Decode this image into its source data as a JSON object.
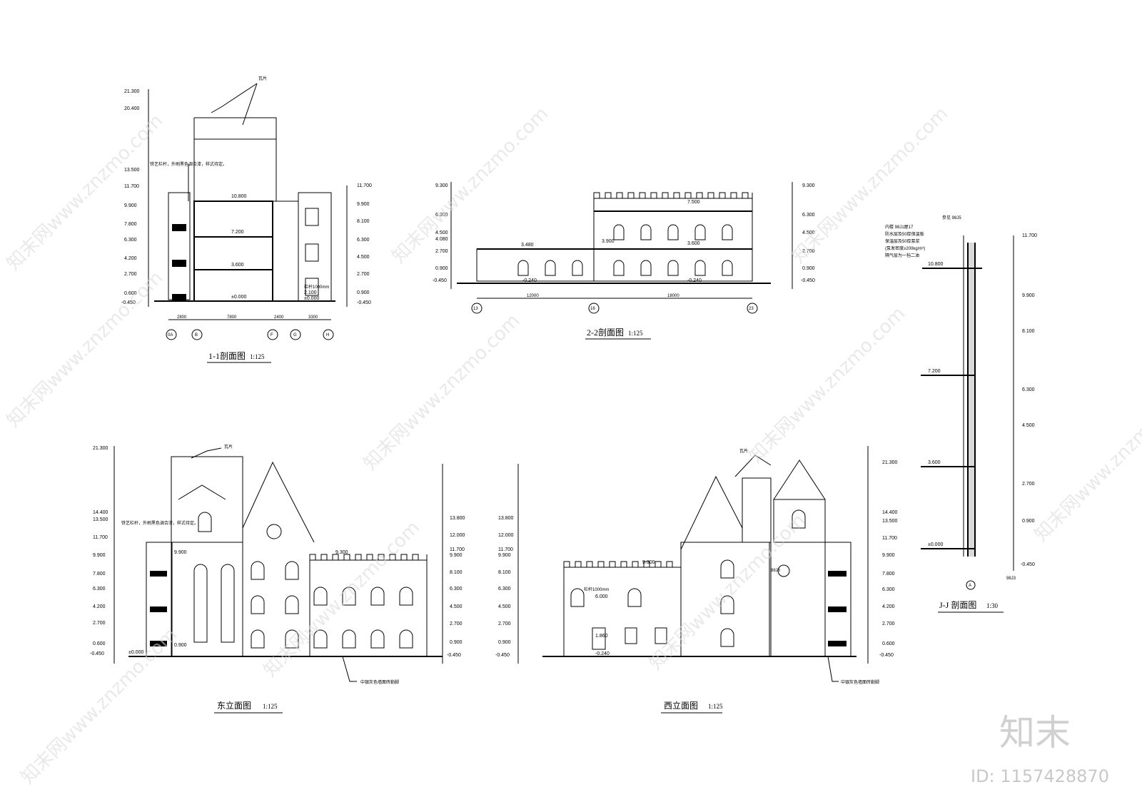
{
  "drawings": {
    "section_1_1": {
      "title": "1-1剖面图",
      "scale": "1:125",
      "roof_note": "瓦片",
      "rail_note": "铁艺栏杆，外刷黑色调合漆，样式待定。",
      "left_levels": [
        "21.300",
        "20.400",
        "13.500",
        "11.700",
        "9.900",
        "7.800",
        "6.300",
        "4.200",
        "2.700",
        "0.600",
        "-0.450"
      ],
      "right_levels": [
        "11.700",
        "9.900",
        "8.100",
        "6.300",
        "4.500",
        "2.700",
        "0.900",
        "-0.450"
      ],
      "floor_labels": [
        "10.800",
        "7.200",
        "3.600",
        "±0.000",
        "2.100",
        "±0.000"
      ],
      "rail_height": "栏杆1000mm",
      "axes": [
        "0A",
        "B",
        "F",
        "G",
        "H"
      ],
      "dims": [
        "2800",
        "7800",
        "2400",
        "3300"
      ]
    },
    "section_2_2": {
      "title": "2-2剖面图",
      "scale": "1:125",
      "left_levels": [
        "9.300",
        "6.300",
        "4.500",
        "4.080",
        "2.700",
        "0.900",
        "-0.450"
      ],
      "right_levels": [
        "9.300",
        "6.300",
        "4.500",
        "2.700",
        "0.900",
        "-0.450"
      ],
      "floor_labels": [
        "7.500",
        "3.480",
        "3.900",
        "3.600",
        "-0.240",
        "-0.240"
      ],
      "axes": [
        "13",
        "16",
        "23"
      ],
      "dims": [
        "12000",
        "18000"
      ]
    },
    "section_j_j": {
      "title": "J-J 剖面图",
      "scale": "1:30",
      "notes": [
        "内楼 98J1屋17",
        "防水层及50厚保温板",
        "保温层及50厚泵浆",
        "(泵发密度≥200kg/m³)",
        "隔气层为一毡二油"
      ],
      "ref": "参见 98J5",
      "levels_left": [
        "10.800",
        "7.200",
        "3.600",
        "±0.000"
      ],
      "levels_right": [
        "11.700",
        "9.900",
        "8.100",
        "6.300",
        "4.500",
        "2.700",
        "0.900",
        "-0.450"
      ],
      "axis": "A",
      "ref2": "98J3"
    },
    "east_elevation": {
      "title": "东立面图",
      "scale": "1:125",
      "roof_note": "瓦片",
      "rail_note": "铁艺栏杆，外刷黑色调合漆，样式待定。",
      "left_levels": [
        "21.300",
        "14.400",
        "13.500",
        "11.700",
        "9.900",
        "7.800",
        "6.300",
        "4.200",
        "2.700",
        "0.600",
        "-0.450"
      ],
      "right_levels": [
        "13.800",
        "12.000",
        "11.700",
        "9.900",
        "8.100",
        "6.300",
        "4.500",
        "2.700",
        "0.900",
        "-0.450"
      ],
      "inner_labels": [
        "9.900",
        "9.300",
        "0.900",
        "±0.000"
      ],
      "wall_note": "中银灰色墙面砖勒脚"
    },
    "west_elevation": {
      "title": "西立面图",
      "scale": "1:125",
      "roof_note": "瓦片",
      "left_levels": [
        "13.800",
        "12.000",
        "11.700",
        "9.900",
        "8.100",
        "6.300",
        "4.500",
        "2.700",
        "0.900",
        "-0.450"
      ],
      "right_levels": [
        "21.300",
        "14.400",
        "13.500",
        "11.700",
        "9.900",
        "7.800",
        "6.300",
        "4.200",
        "2.700",
        "0.600",
        "-0.450"
      ],
      "inner_labels": [
        "9.300",
        "6.000",
        "1.860",
        "-0.240"
      ],
      "rail_height": "栏杆1000mm",
      "ref": "98J8",
      "wall_note": "中银灰色墙面砖勒脚"
    }
  },
  "watermark": {
    "text": "知末网www.znzmo.com",
    "logo": "知末",
    "id": "ID: 1157428870"
  }
}
